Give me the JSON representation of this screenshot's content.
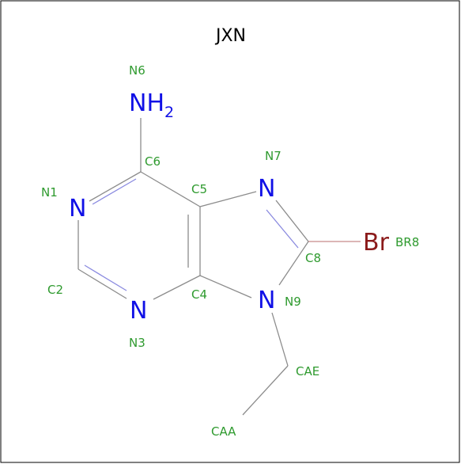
{
  "title": "JXN",
  "colors": {
    "nitrogen": "#1010e6",
    "bromine": "#8b1a1a",
    "label": "#2e9a2e",
    "bond": "#8c8c8c",
    "bond_aromatic": "#8a8ae0",
    "border": "#000000"
  },
  "atoms": {
    "nh2_n": "N",
    "nh2_h": "H",
    "nh2_count": "2",
    "n1": "N",
    "n3": "N",
    "n7": "N",
    "n9": "N",
    "br": "Br"
  },
  "labels": {
    "N6": "N6",
    "C6": "C6",
    "N1": "N1",
    "C5": "C5",
    "N7": "N7",
    "C8": "C8",
    "BR8": "BR8",
    "C2": "C2",
    "C4": "C4",
    "N9": "N9",
    "N3": "N3",
    "CAE": "CAE",
    "CAA": "CAA"
  }
}
